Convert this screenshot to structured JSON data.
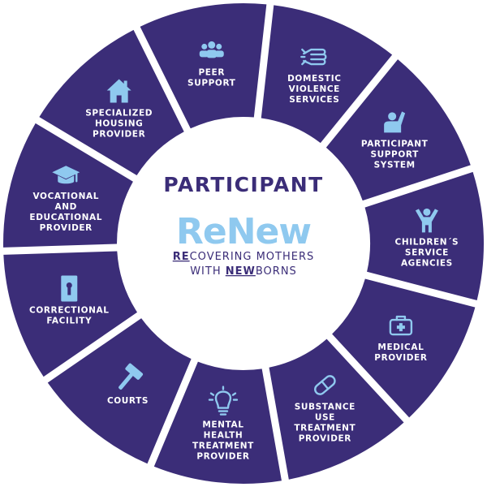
{
  "center": {
    "title": "PARTICIPANT",
    "brand": "ReNew",
    "tagline_line1_bold": "RE",
    "tagline_line1_rest": "COVERING MOTHERS",
    "tagline_line2_pre": "WITH ",
    "tagline_line2_bold": "NEW",
    "tagline_line2_rest": "BORNS"
  },
  "colors": {
    "segment": "#3b2d78",
    "icon": "#8fc9ef",
    "text": "#ffffff",
    "brand": "#8fc9ef",
    "center_text": "#3b2d78"
  },
  "segments": [
    {
      "id": "peer-support",
      "icon": "people-icon",
      "lines": [
        "PEER",
        "SUPPORT"
      ]
    },
    {
      "id": "domestic-violence-services",
      "icon": "fist-icon",
      "lines": [
        "DOMESTIC",
        "VIOLENCE",
        "SERVICES"
      ]
    },
    {
      "id": "participant-support-system",
      "icon": "raised-hand-person-icon",
      "lines": [
        "PARTICIPANT",
        "SUPPORT",
        "SYSTEM"
      ]
    },
    {
      "id": "childrens-service-agencies",
      "icon": "child-icon",
      "lines": [
        "CHILDREN´S",
        "SERVICE",
        "AGENCIES"
      ]
    },
    {
      "id": "medical-provider",
      "icon": "medical-kit-icon",
      "lines": [
        "MEDICAL",
        "PROVIDER"
      ]
    },
    {
      "id": "substance-use-treatment-provider",
      "icon": "pill-icon",
      "lines": [
        "SUBSTANCE",
        "USE",
        "TREATMENT",
        "PROVIDER"
      ]
    },
    {
      "id": "mental-health-treatment-provider",
      "icon": "lightbulb-icon",
      "lines": [
        "MENTAL",
        "HEALTH",
        "TREATMENT",
        "PROVIDER"
      ]
    },
    {
      "id": "courts",
      "icon": "gavel-icon",
      "lines": [
        "COURTS"
      ]
    },
    {
      "id": "correctional-facility",
      "icon": "door-icon",
      "lines": [
        "CORRECTIONAL",
        "FACILITY"
      ]
    },
    {
      "id": "vocational-and-educational-provider",
      "icon": "graduation-cap-icon",
      "lines": [
        "VOCATIONAL",
        "AND",
        "EDUCATIONAL",
        "PROVIDER"
      ]
    },
    {
      "id": "specialized-housing-provider",
      "icon": "house-icon",
      "lines": [
        "SPECIALIZED",
        "HOUSING",
        "PROVIDER"
      ]
    }
  ]
}
